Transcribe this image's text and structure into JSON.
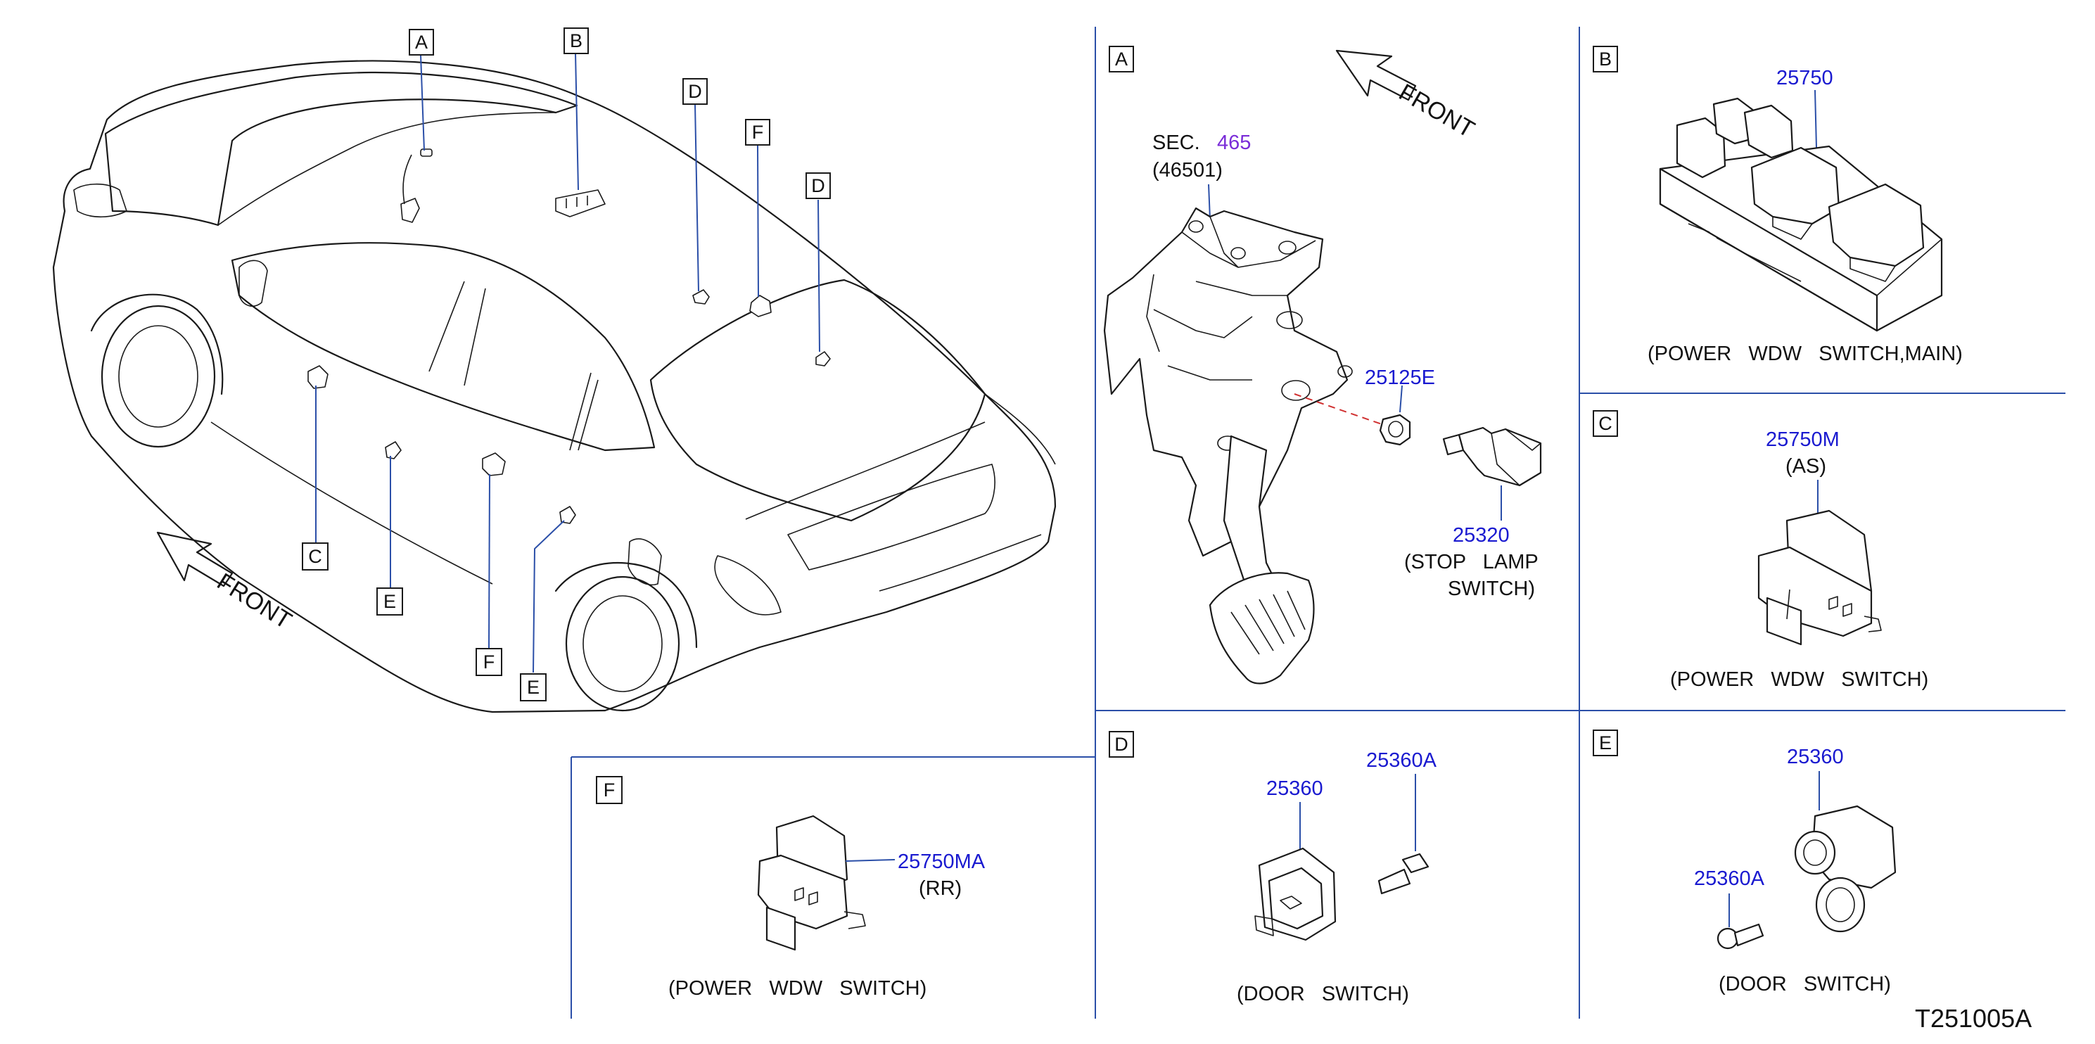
{
  "overview": {
    "callouts": [
      "A",
      "B",
      "D",
      "F",
      "D",
      "C",
      "E",
      "F",
      "E"
    ],
    "front_label": "FRONT"
  },
  "panel_a": {
    "letter": "A",
    "front_label": "FRONT",
    "sec_label": "SEC.",
    "sec_number": "465",
    "sec_sub": "(46501)",
    "part_1": "25125E",
    "part_2": "25320",
    "caption_line1": "(STOP   LAMP",
    "caption_line2": "SWITCH)"
  },
  "panel_b": {
    "letter": "B",
    "part": "25750",
    "caption": "(POWER   WDW   SWITCH,MAIN)"
  },
  "panel_c": {
    "letter": "C",
    "part": "25750M",
    "part_sub": "(AS)",
    "caption": "(POWER   WDW   SWITCH)"
  },
  "panel_d": {
    "letter": "D",
    "part_1": "25360",
    "part_2": "25360A",
    "caption": "(DOOR   SWITCH)"
  },
  "panel_e": {
    "letter": "E",
    "part_1": "25360",
    "part_2": "25360A",
    "caption": "(DOOR   SWITCH)"
  },
  "panel_f": {
    "letter": "F",
    "part": "25750MA",
    "part_sub": "(RR)",
    "caption": "(POWER   WDW   SWITCH)"
  },
  "diagram_code": "T251005A",
  "colors": {
    "part_number": "#1a1ad0",
    "section_ref": "#7a2cd8",
    "divider": "#2b4fa8",
    "dashed_axis": "#d03030"
  }
}
